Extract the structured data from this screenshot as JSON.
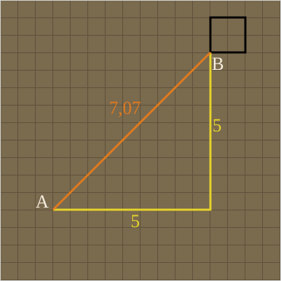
{
  "colors": {
    "background": "#7a6a4e",
    "grid": "#5e513b",
    "border": "#d8d8d8",
    "legs": "#e5d42a",
    "hypotenuse": "#e07a1f",
    "point_labels": "#f4ecdc",
    "box": "#000000"
  },
  "points": {
    "a": {
      "label": "A"
    },
    "b": {
      "label": "B"
    }
  },
  "measurements": {
    "hypotenuse_label": "7,07",
    "horizontal_leg_label": "5",
    "vertical_leg_label": "5"
  }
}
